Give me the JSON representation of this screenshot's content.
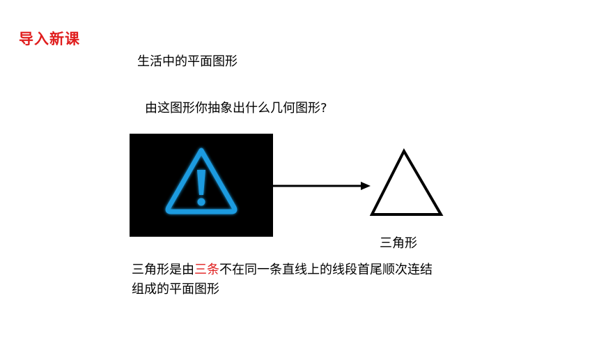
{
  "header": {
    "title": "导入新课",
    "title_color": "#e01e1e"
  },
  "slide": {
    "subtitle": "生活中的平面图形",
    "question": "由这图形你抽象出什么几何图形?",
    "photo_icon": "warning-triangle-icon",
    "photo_icon_color": "#1e9be0",
    "shape_icon": "triangle-outline-icon",
    "shape_label": "三角形",
    "definition": {
      "line1_before": "三角形是由",
      "highlight": "三条",
      "highlight_color": "#e01e1e",
      "line1_after": "不在同一条直线上的线段首尾顺次连结",
      "line2": "组成的平面图形"
    }
  }
}
